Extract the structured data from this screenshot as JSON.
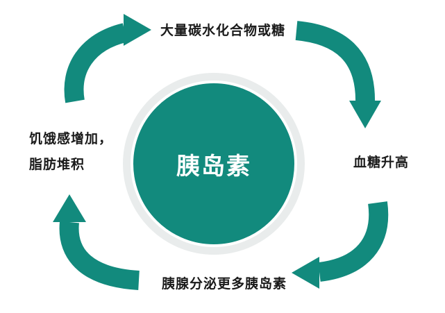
{
  "diagram": {
    "center": "胰岛素",
    "steps": {
      "top": "大量碳水化合物或糖",
      "right": "血糖升高",
      "bottom": "胰腺分泌更多胰岛素",
      "left_line1": "饥饿感增加，",
      "left_line2": "脂肪堆积"
    },
    "colors": {
      "accent": "#128a7d",
      "ring": "#e9ecec",
      "text": "#1a1a1a",
      "center_text": "#ffffff"
    },
    "flow_direction": "clockwise"
  }
}
